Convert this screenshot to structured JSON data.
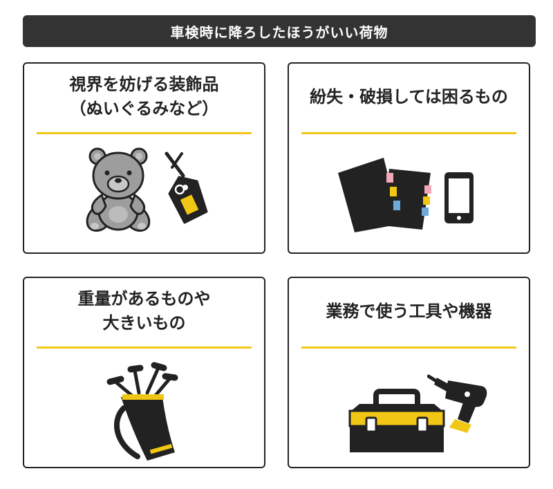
{
  "header": {
    "title": "車検時に降ろしたほうがいい荷物"
  },
  "colors": {
    "accent": "#f2c614",
    "dark": "#333333",
    "pink": "#f4a7b6",
    "blue": "#6fa9d8"
  },
  "cards": [
    {
      "line1": "視界を妨げる装飾品",
      "line2": "（ぬいぐるみなど）",
      "icons": [
        "teddy-bear-icon",
        "amulet-icon"
      ]
    },
    {
      "line1": "紛失・破損しては困るもの",
      "line2": "",
      "icons": [
        "document-folder-icon",
        "smartphone-icon"
      ]
    },
    {
      "line1": "重量があるものや",
      "line2": "大きいもの",
      "icons": [
        "golf-bag-icon"
      ]
    },
    {
      "line1": "業務で使う工具や機器",
      "line2": "",
      "icons": [
        "toolbox-icon",
        "drill-icon"
      ]
    }
  ]
}
